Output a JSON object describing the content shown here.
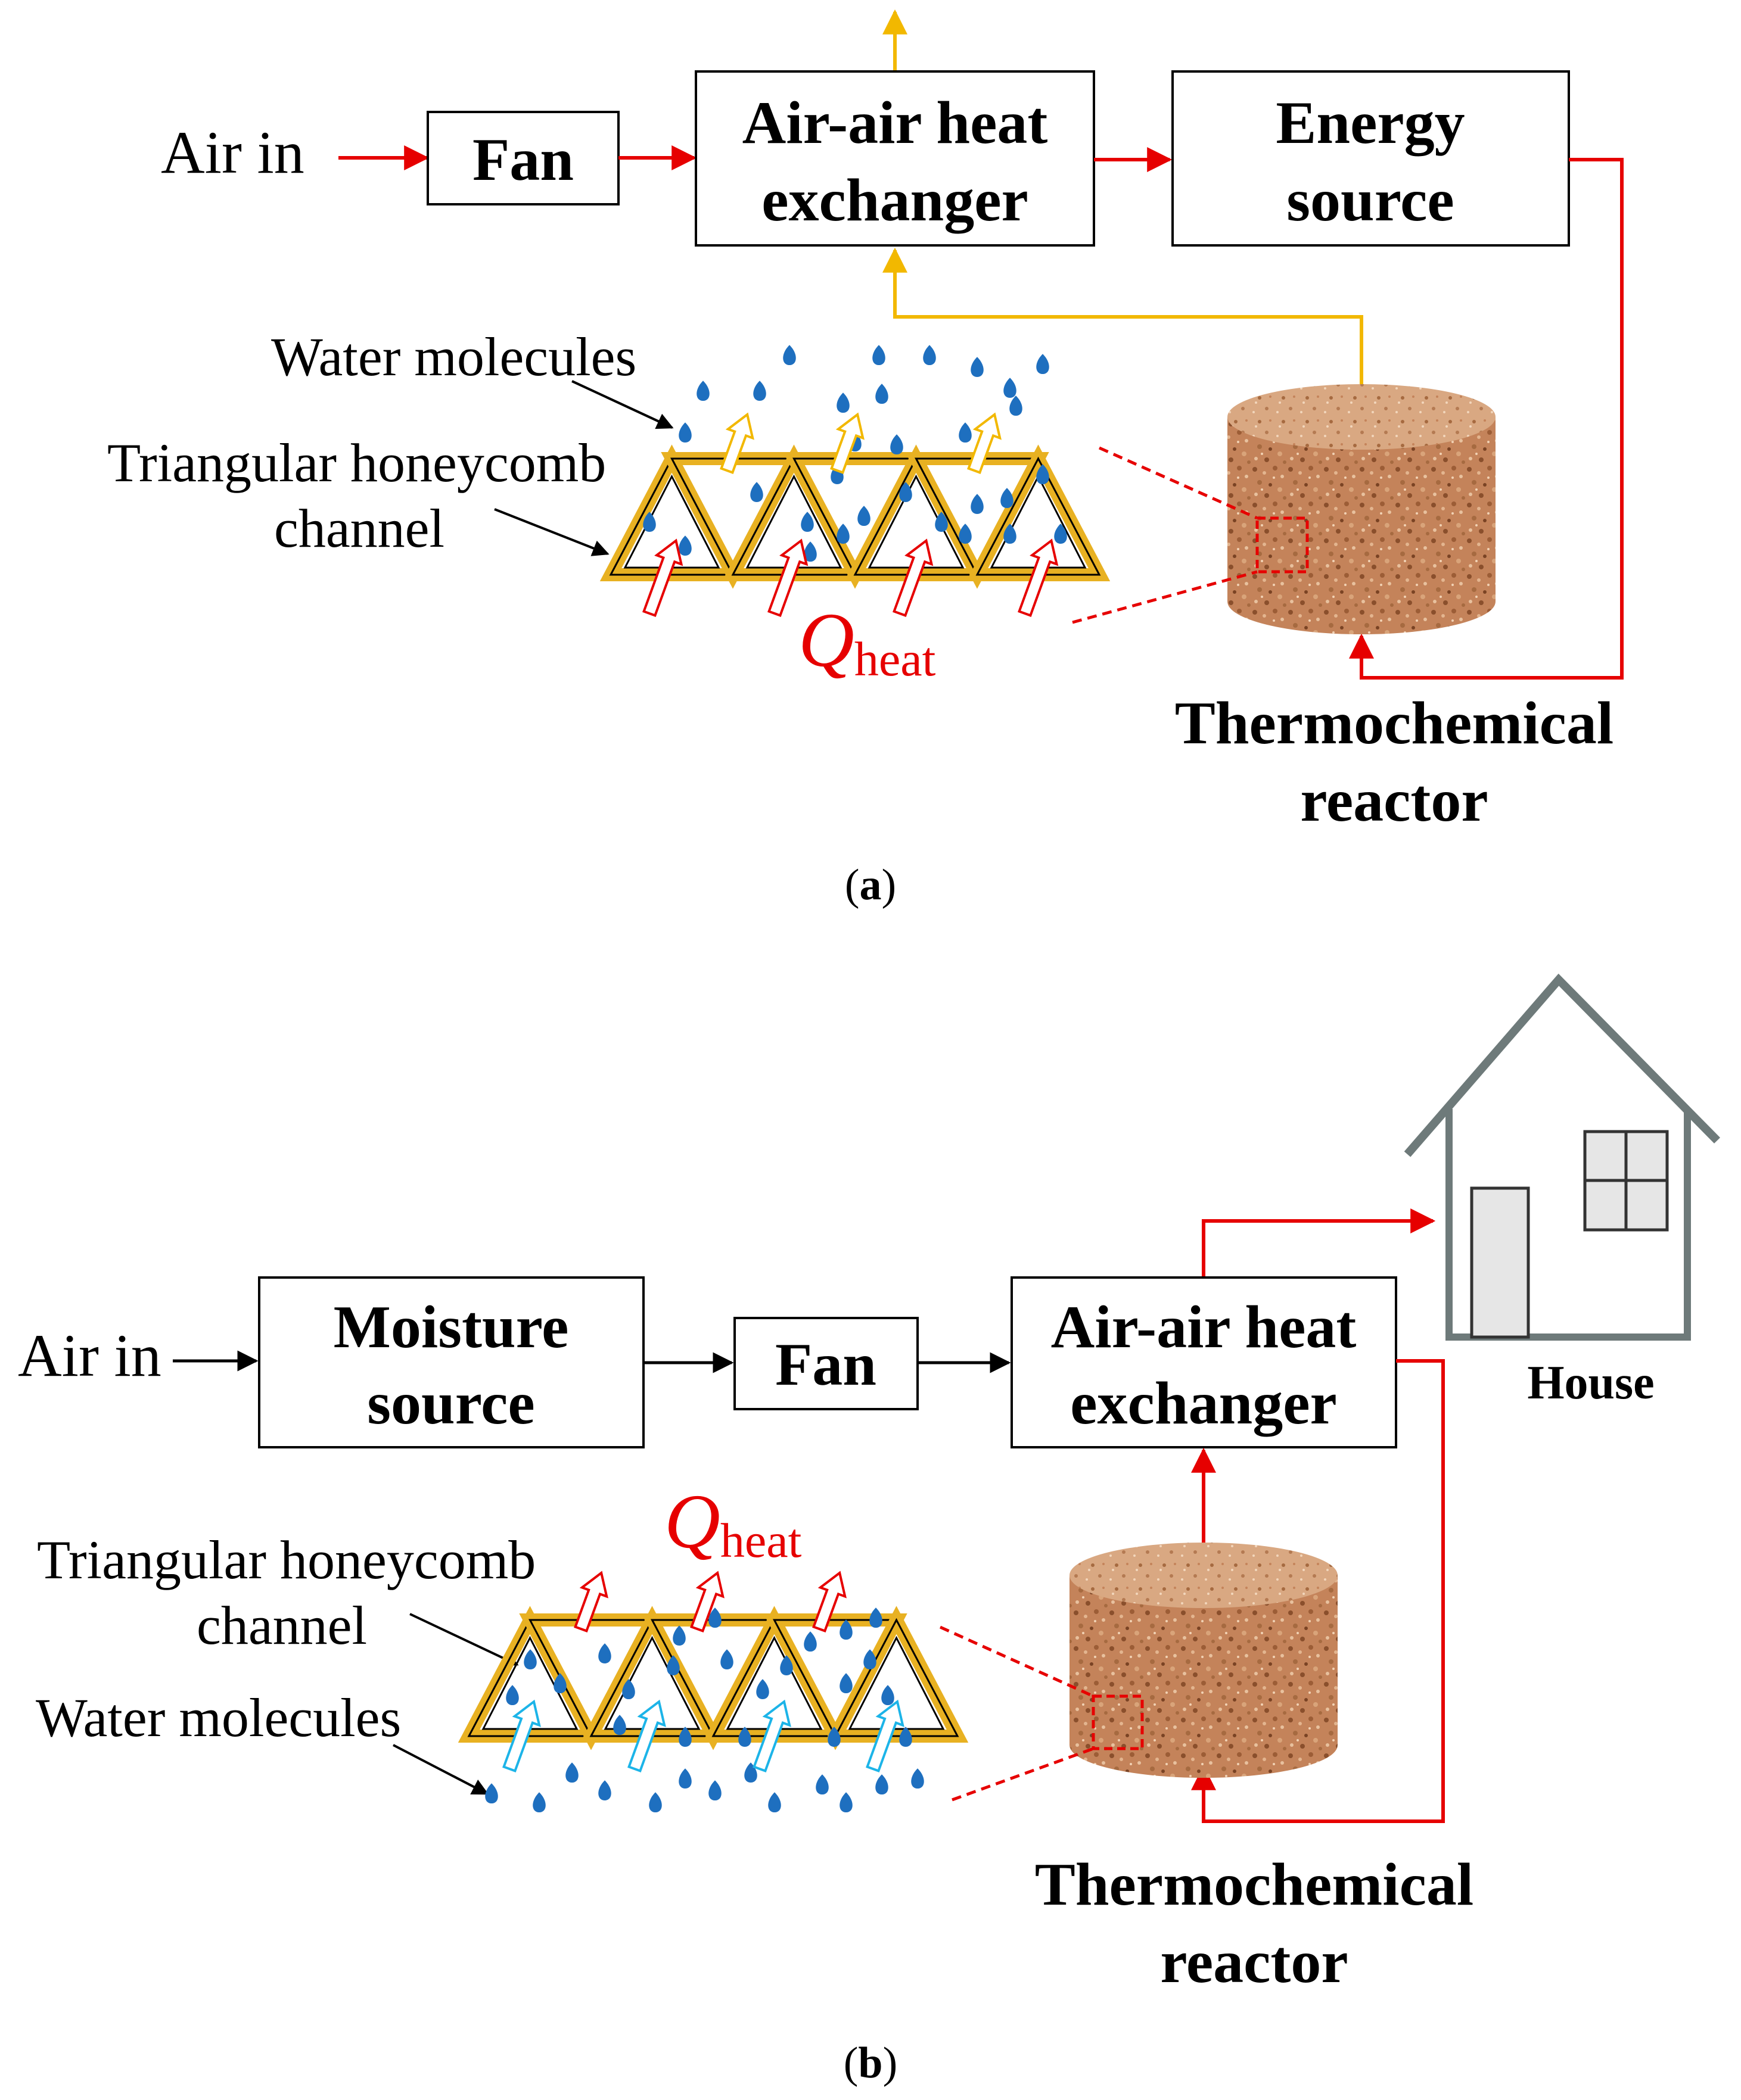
{
  "colors": {
    "flow_red": "#e60000",
    "flow_yellow": "#f2b800",
    "flow_black": "#000000",
    "drop_blue": "#1e6fbf",
    "cyan_arrow": "#1cb4e8",
    "honeycomb_gold": "#e8b122",
    "reactor_brown": "#c4835a",
    "house_gray": "#6e7a7a",
    "window_fill": "#e6e6e6"
  },
  "panel_a": {
    "caption_open": "(",
    "caption_letter": "a",
    "caption_close": ")",
    "air_in": "Air in",
    "fan": "Fan",
    "heat_exchanger_line1": "Air-air heat",
    "heat_exchanger_line2": "exchanger",
    "energy_source_line1": "Energy",
    "energy_source_line2": "source",
    "reactor_line1": "Thermochemical",
    "reactor_line2": "reactor",
    "water_molecules": "Water molecules",
    "honeycomb_line1": "Triangular honeycomb",
    "honeycomb_line2": "channel",
    "q_symbol": "Q",
    "q_subscript": "heat"
  },
  "panel_b": {
    "caption_open": "(",
    "caption_letter": "b",
    "caption_close": ")",
    "air_in": "Air in",
    "moisture_source_line1": "Moisture",
    "moisture_source_line2": "source",
    "fan": "Fan",
    "heat_exchanger_line1": "Air-air heat",
    "heat_exchanger_line2": "exchanger",
    "house": "House",
    "reactor_line1": "Thermochemical",
    "reactor_line2": "reactor",
    "water_molecules": "Water molecules",
    "honeycomb_line1": "Triangular honeycomb",
    "honeycomb_line2": "channel",
    "q_symbol": "Q",
    "q_subscript": "heat"
  }
}
